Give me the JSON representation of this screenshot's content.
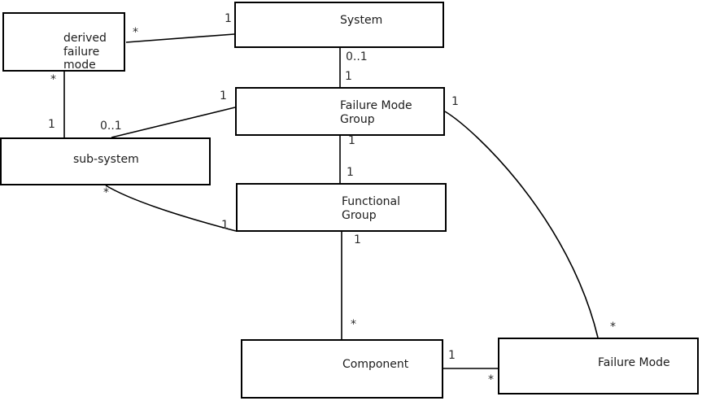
{
  "diagram": {
    "type": "uml-class-association-diagram",
    "colors": {
      "background": "#ffffff",
      "line": "#000000",
      "text": "#1c1c1c"
    },
    "nodes": {
      "derived_failure_mode": "derived\nfailure\nmode",
      "system": "System",
      "failure_mode_group": "Failure Mode\nGroup",
      "sub_system": "sub-system",
      "functional_group": "Functional\nGroup",
      "component": "Component",
      "failure_mode": "Failure Mode"
    },
    "edges": {
      "dfm_to_system": {
        "src": "*",
        "dst": "1"
      },
      "dfm_to_subsystem": {
        "src": "*",
        "dst": "1"
      },
      "subsystem_to_fmg": {
        "src": "0..1",
        "dst": "1"
      },
      "system_to_fmg": {
        "src": "0..1",
        "dst": "1"
      },
      "fmg_to_fg": {
        "src": "1",
        "dst": "1"
      },
      "subsystem_to_fg": {
        "src": "*",
        "dst": "1"
      },
      "fg_to_component": {
        "src": "1",
        "dst": "*"
      },
      "component_to_fm": {
        "src": "1",
        "dst": "*"
      },
      "fmg_to_fm": {
        "src": "1",
        "dst": "*"
      }
    }
  }
}
